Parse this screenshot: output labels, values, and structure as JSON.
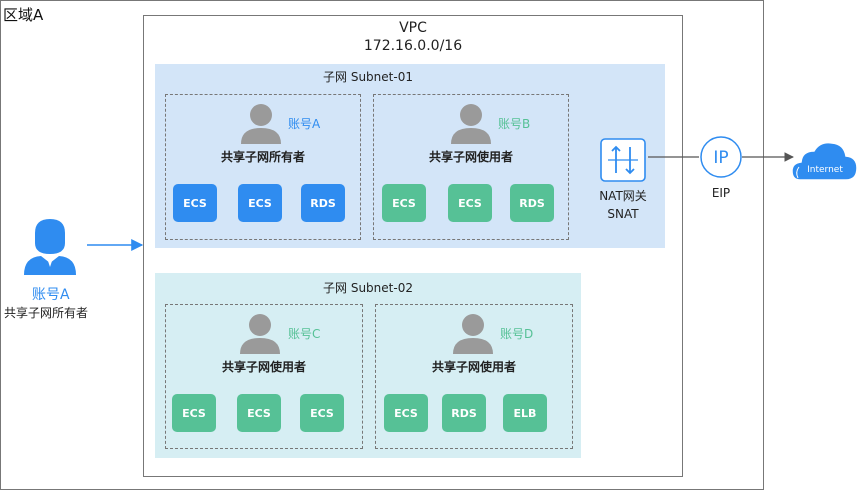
{
  "region": {
    "label": "区域A"
  },
  "vpc": {
    "name": "VPC",
    "cidr": "172.16.0.0/16"
  },
  "subnets": [
    {
      "label": "子网 Subnet-01",
      "accounts": [
        {
          "name": "账号A",
          "role": "共享子网所有者",
          "resources": [
            "ECS",
            "ECS",
            "RDS"
          ]
        },
        {
          "name": "账号B",
          "role": "共享子网使用者",
          "resources": [
            "ECS",
            "ECS",
            "RDS"
          ]
        }
      ]
    },
    {
      "label": "子网 Subnet-02",
      "accounts": [
        {
          "name": "账号C",
          "role": "共享子网使用者",
          "resources": [
            "ECS",
            "ECS",
            "ECS"
          ]
        },
        {
          "name": "账号D",
          "role": "共享子网使用者",
          "resources": [
            "ECS",
            "RDS",
            "ELB"
          ]
        }
      ]
    }
  ],
  "nat": {
    "name": "NAT网关",
    "mode": "SNAT"
  },
  "eip": {
    "icon_text": "IP",
    "label": "EIP"
  },
  "internet": {
    "label": "Internet"
  },
  "external_user": {
    "name": "账号A",
    "role": "共享子网所有者"
  },
  "colors": {
    "owner": "#2f8cf0",
    "user": "#56c196",
    "subnet1_bg": "#d3e5f8",
    "subnet2_bg": "#d6eef3"
  }
}
